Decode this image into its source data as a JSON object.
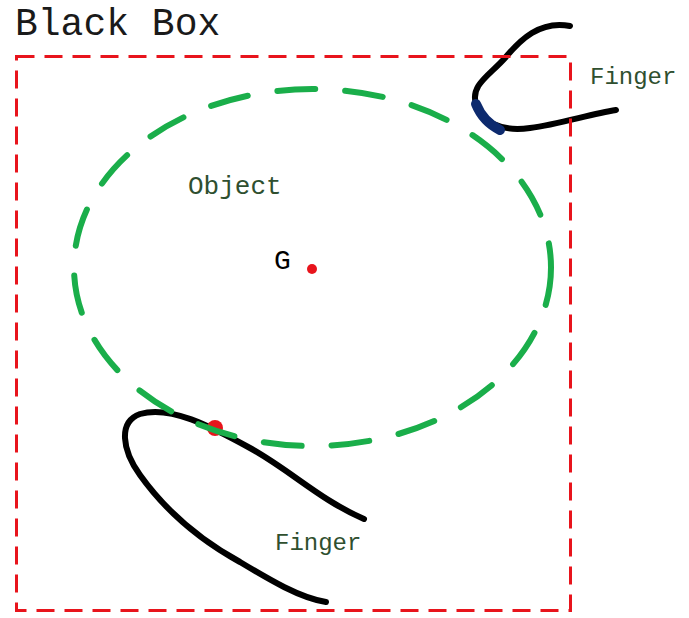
{
  "diagram": {
    "nodes": [
      {
        "text": [
          "Black Box"
        ]
      },
      {
        "text": [
          "Object"
        ],
        "in": 0
      }
    ],
    "labels": [
      "G",
      "Finger",
      "Finger"
    ]
  }
}
